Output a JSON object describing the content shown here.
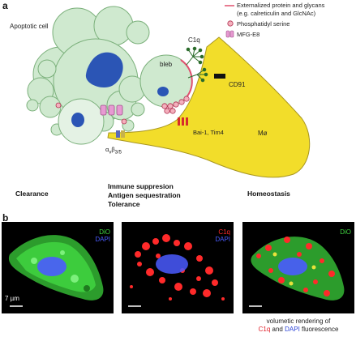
{
  "panel_a": {
    "letter": "a",
    "cell_label": "Apoptotic cell",
    "bleb_label": "bleb",
    "c1q_label": "C1q",
    "cd91_label": "CD91",
    "bai_label": "Bai-1, Tim4",
    "macrophage_label": "Mø",
    "integrin_label": "αvβ3/5",
    "legend": {
      "line_item": "Externalized protein and glycans",
      "line_item_sub": "(e.g. calreticulin and GlcNAc)",
      "ps_item": "Phosphatidyl serine",
      "mfg_item": "MFG-E8"
    },
    "flow": {
      "start": "Clearance",
      "middle_1": "Immune suppresion",
      "middle_2": "Antigen sequestration",
      "middle_3": "Tolerance",
      "end": "Homeostasis"
    },
    "colors": {
      "cell_fill": "#cfe9cf",
      "cell_stroke": "#7bb07b",
      "nucleus": "#2b55b5",
      "macrophage": "#f2dd2a",
      "externalized_line": "#e0506e",
      "ps": "#f4b0bd",
      "mfg": "#e79ad2"
    }
  },
  "panel_b": {
    "letter": "b",
    "image_1": {
      "ch1": "DiO",
      "ch2": "DAPI",
      "scale": "7 µm"
    },
    "image_2": {
      "ch1": "C1q",
      "ch2": "DAPI"
    },
    "image_3": {
      "ch1": "DiO"
    },
    "caption_line1": "volumetic rendering of",
    "caption_c1q": "C1q",
    "caption_and": "and",
    "caption_dapi": "DAPI",
    "caption_fluor": "fluorescence",
    "colors": {
      "dio": "#3fd23f",
      "c1q": "#ff2a2a",
      "dapi": "#4a5bff",
      "background": "#000000"
    }
  }
}
